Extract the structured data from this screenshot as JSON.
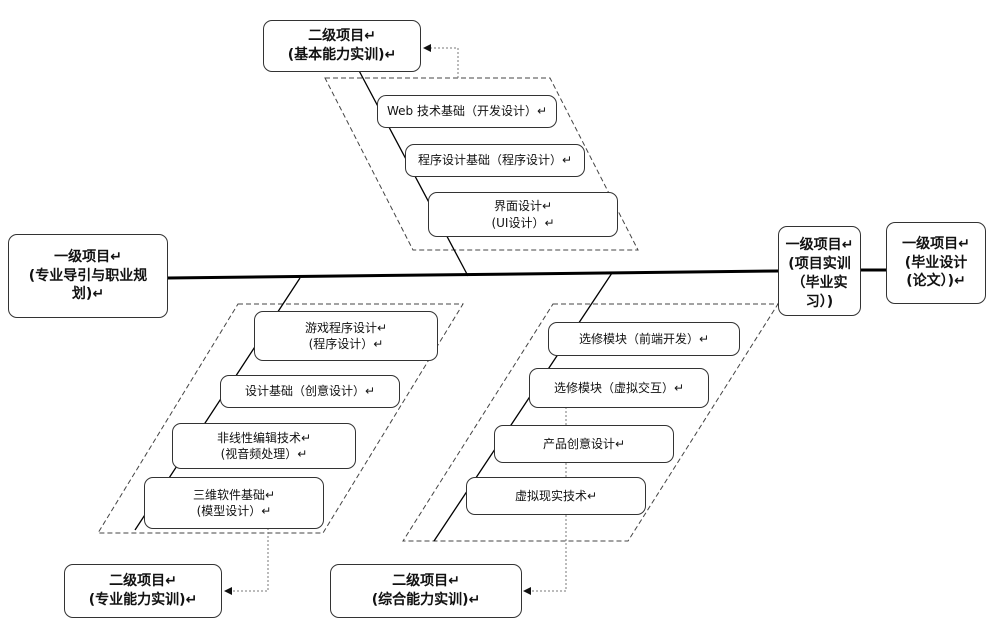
{
  "spine": {
    "left": {
      "lines": [
        "一级项目↵",
        "(专业导引与职业规",
        "划)↵"
      ]
    },
    "mid": {
      "lines": [
        "一级项目↵",
        "(项目实训",
        "（毕业实",
        "习）)"
      ]
    },
    "right": {
      "lines": [
        "一级项目↵",
        "(毕业设计",
        "(论文）)↵"
      ]
    }
  },
  "groups": {
    "basic": {
      "label": [
        "二级项目↵",
        "(基本能力实训)↵"
      ],
      "items": [
        {
          "lines": [
            "Web 技术基础（开发设计）↵"
          ]
        },
        {
          "lines": [
            "程序设计基础（程序设计）↵"
          ]
        },
        {
          "lines": [
            "界面设计↵",
            "(UI设计）↵"
          ]
        }
      ]
    },
    "professional": {
      "label": [
        "二级项目↵",
        "(专业能力实训)↵"
      ],
      "items": [
        {
          "lines": [
            "游戏程序设计↵",
            "(程序设计）↵"
          ]
        },
        {
          "lines": [
            "设计基础（创意设计）↵"
          ]
        },
        {
          "lines": [
            "非线性编辑技术↵",
            "(视音频处理）↵"
          ]
        },
        {
          "lines": [
            "三维软件基础↵",
            "(模型设计）↵"
          ]
        }
      ]
    },
    "comprehensive": {
      "label": [
        "二级项目↵",
        "(综合能力实训)↵"
      ],
      "items": [
        {
          "lines": [
            "选修模块（前端开发）↵"
          ]
        },
        {
          "lines": [
            "选修模块（虚拟交互）↵"
          ]
        },
        {
          "lines": [
            "产品创意设计↵"
          ]
        },
        {
          "lines": [
            "虚拟现实技术↵"
          ]
        }
      ]
    }
  }
}
